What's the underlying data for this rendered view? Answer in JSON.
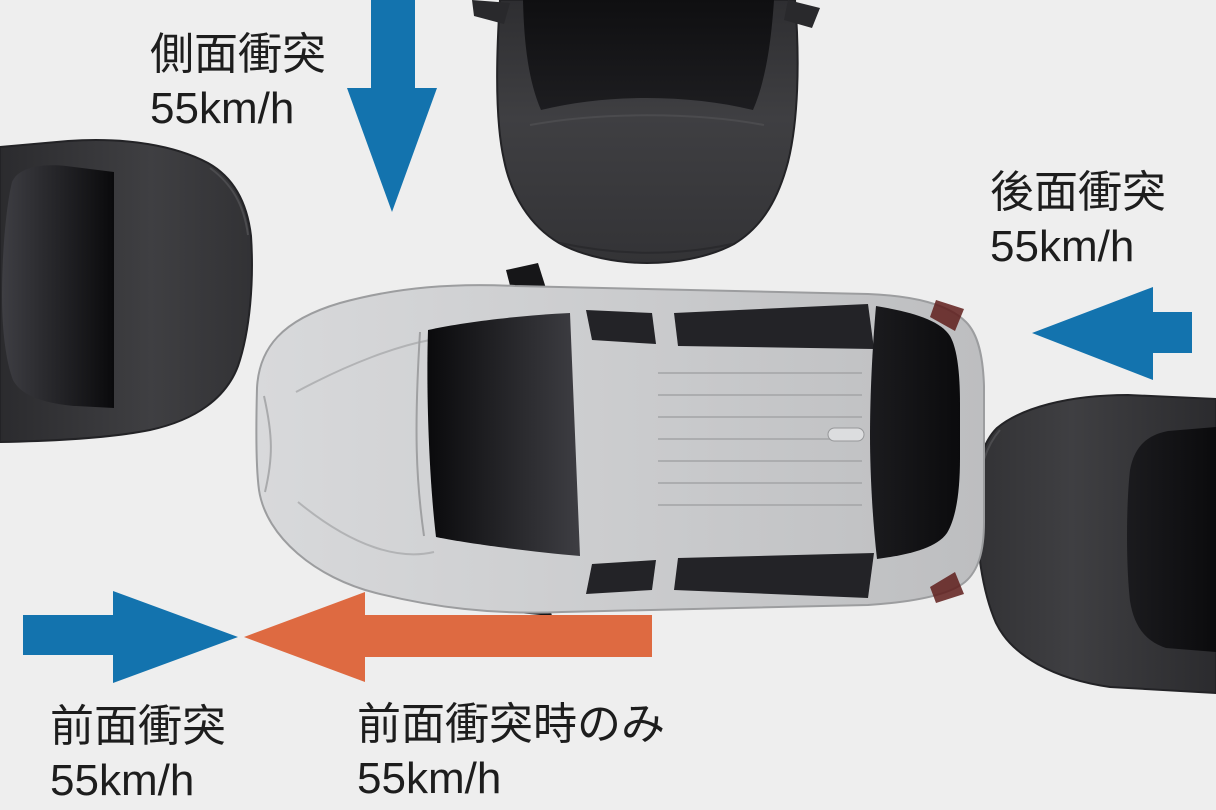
{
  "diagram": {
    "background_color": "#eeeeee",
    "colors": {
      "impact_blue": "#1373ae",
      "impact_orange": "#de6a41",
      "label_text": "#1d1d1d"
    },
    "labels": {
      "side_impact": {
        "title": "側面衝突",
        "speed": "55km/h"
      },
      "rear_impact": {
        "title": "後面衝突",
        "speed": "55km/h"
      },
      "front_impact": {
        "title": "前面衝突",
        "speed": "55km/h"
      },
      "front_impact_only": {
        "title": "前面衝突時のみ",
        "speed": "55km/h"
      }
    },
    "arrows": [
      {
        "name": "side-impact-arrow",
        "direction": "down",
        "color": "#1373ae"
      },
      {
        "name": "rear-impact-arrow",
        "direction": "left",
        "color": "#1373ae"
      },
      {
        "name": "front-impact-arrow",
        "direction": "right",
        "color": "#1373ae"
      },
      {
        "name": "front-impact-only-arrow",
        "direction": "left",
        "color": "#de6a41"
      }
    ],
    "vehicles": [
      {
        "name": "test-vehicle-top-view"
      },
      {
        "name": "incoming-car-top"
      },
      {
        "name": "incoming-car-left"
      },
      {
        "name": "incoming-car-right"
      }
    ]
  }
}
